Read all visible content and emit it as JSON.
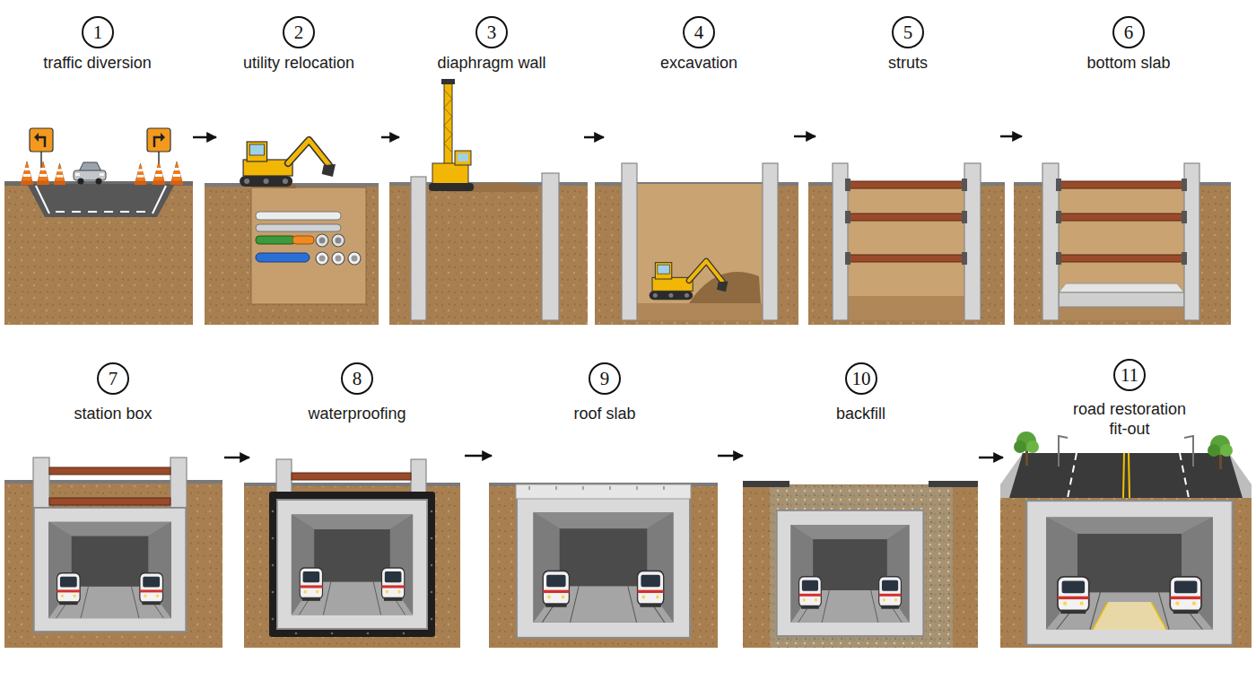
{
  "diagram": {
    "nodes": [
      {
        "text": [
          "1",
          "traffic diversion"
        ]
      },
      {
        "text": [
          "2",
          "utility relocation"
        ]
      },
      {
        "text": [
          "3",
          "diaphragm wall"
        ]
      },
      {
        "text": [
          "4",
          "excavation"
        ]
      },
      {
        "text": [
          "5",
          "struts"
        ]
      },
      {
        "text": [
          "6",
          "bottom slab"
        ]
      },
      {
        "text": [
          "7",
          "station box"
        ]
      },
      {
        "text": [
          "8",
          "waterproofing"
        ]
      },
      {
        "text": [
          "9",
          "roof slab"
        ]
      },
      {
        "text": [
          "10",
          "backfill"
        ]
      },
      {
        "text": [
          "11",
          "road restoration fit-out"
        ]
      }
    ],
    "edges": [
      {
        "from": 0,
        "to": 1,
        "arrow": "to"
      },
      {
        "from": 1,
        "to": 2,
        "arrow": "to"
      },
      {
        "from": 2,
        "to": 3,
        "arrow": "to"
      },
      {
        "from": 3,
        "to": 4,
        "arrow": "to"
      },
      {
        "from": 4,
        "to": 5,
        "arrow": "to"
      },
      {
        "from": 6,
        "to": 7,
        "arrow": "to"
      },
      {
        "from": 7,
        "to": 8,
        "arrow": "to"
      },
      {
        "from": 8,
        "to": 9,
        "arrow": "to"
      },
      {
        "from": 9,
        "to": 10,
        "arrow": "to"
      }
    ]
  }
}
